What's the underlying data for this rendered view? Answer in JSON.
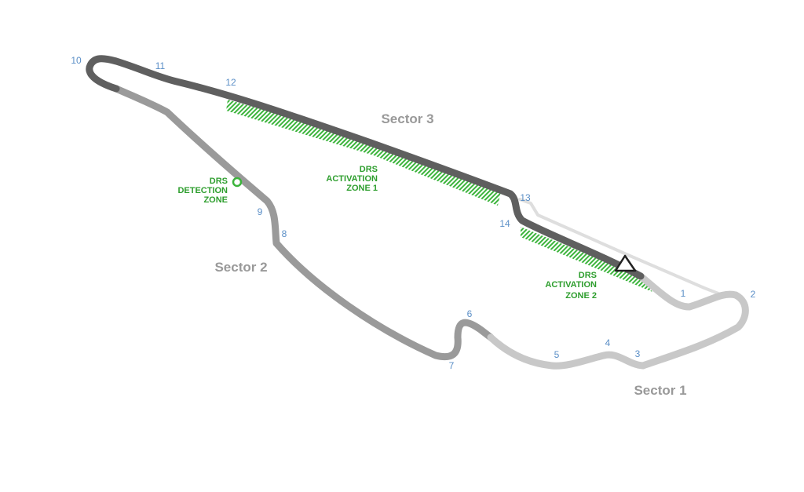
{
  "colors": {
    "sector1": "#c8c8c8",
    "sector2": "#9a9a9a",
    "sector3": "#5f5f5f",
    "pit_lane": "#dedede",
    "drs": "#3cb43c",
    "drs_text": "#2e9e2e",
    "corner_numbers": "#5b8fc7",
    "sector_labels": "#999999",
    "start_marker": "#222222"
  },
  "sectors": {
    "sector1": "Sector 1",
    "sector2": "Sector 2",
    "sector3": "Sector 3"
  },
  "drs": {
    "detection_zone": [
      "DRS",
      "DETECTION",
      "ZONE"
    ],
    "activation_zone_1": [
      "DRS",
      "ACTIVATION",
      "ZONE 1"
    ],
    "activation_zone_2": [
      "DRS",
      "ACTIVATION",
      "ZONE 2"
    ]
  },
  "corners": [
    "1",
    "2",
    "3",
    "4",
    "5",
    "6",
    "7",
    "8",
    "9",
    "10",
    "11",
    "12",
    "13",
    "14"
  ],
  "icons": {
    "start_finish": "triangle-icon",
    "drs_detection_point": "circle-marker-icon"
  }
}
